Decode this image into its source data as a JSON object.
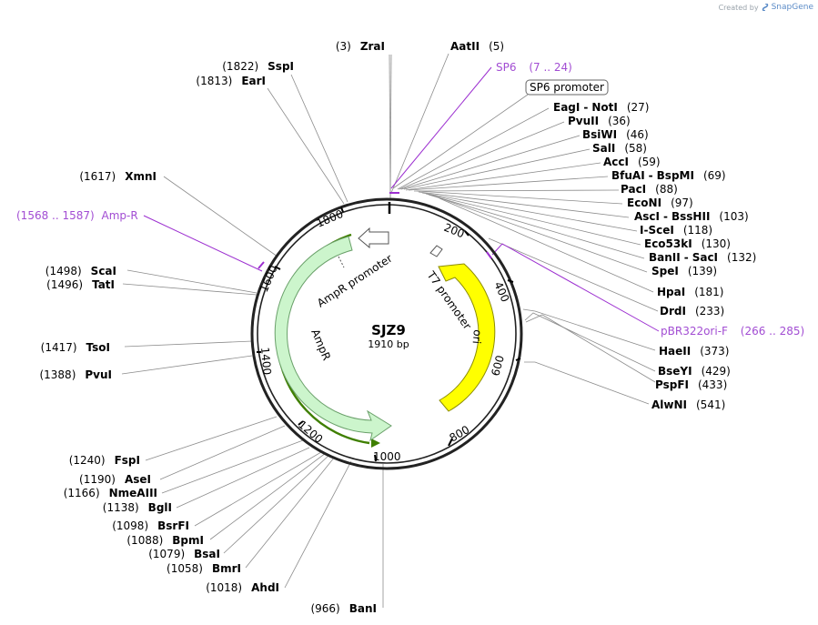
{
  "credit": {
    "prefix": "Created by",
    "brand": "SnapGene"
  },
  "plasmid": {
    "name": "SJZ9",
    "length_label": "1910 bp"
  },
  "scale_ticks": [
    "200",
    "400",
    "600",
    "800",
    "1000",
    "1200",
    "1400",
    "1600",
    "1800"
  ],
  "features": {
    "ampr": "AmpR",
    "ampr_promoter": "AmpR promoter",
    "t7_promoter": "T7 promoter",
    "ori": "ori",
    "sp6_promoter": "SP6 promoter"
  },
  "primers": {
    "sp6": {
      "name": "SP6",
      "range": "(7 .. 24)"
    },
    "amp_r": {
      "name": "Amp-R",
      "range": "(1568 .. 1587)"
    },
    "pbr322": {
      "name": "pBR322ori-F",
      "range": "(266 .. 285)"
    }
  },
  "right_sites": [
    {
      "pre": "",
      "name": "AatII",
      "post": "(5)"
    },
    {
      "name": "EagI",
      "sep": " - ",
      "name2": "NotI",
      "post": "(27)"
    },
    {
      "name": "PvuII",
      "post": "(36)"
    },
    {
      "name": "BsiWI",
      "post": "(46)"
    },
    {
      "name": "SalI",
      "post": "(58)"
    },
    {
      "name": "AccI",
      "post": "(59)"
    },
    {
      "name": "BfuAI",
      "sep": " - ",
      "name2": "BspMI",
      "post": "(69)"
    },
    {
      "name": "PacI",
      "post": "(88)"
    },
    {
      "name": "EcoNI",
      "post": "(97)"
    },
    {
      "name": "AscI",
      "sep": " - ",
      "name2": "BssHII",
      "post": "(103)"
    },
    {
      "name": "I-SceI",
      "post": "(118)"
    },
    {
      "name": "Eco53kI",
      "post": "(130)"
    },
    {
      "name": "BanII",
      "sep": " - ",
      "name2": "SacI",
      "post": "(132)"
    },
    {
      "name": "SpeI",
      "post": "(139)"
    },
    {
      "name": "HpaI",
      "post": "(181)"
    },
    {
      "name": "DrdI",
      "post": "(233)"
    },
    {
      "name": "HaeII",
      "post": "(373)"
    },
    {
      "name": "BseYI",
      "post": "(429)"
    },
    {
      "name": "PspFI",
      "post": "(433)"
    },
    {
      "name": "AlwNI",
      "post": "(541)"
    }
  ],
  "left_sites": [
    {
      "pre": "(3)",
      "name": "ZraI"
    },
    {
      "pre": "(1822)",
      "name": "SspI"
    },
    {
      "pre": "(1813)",
      "name": "EarI"
    },
    {
      "pre": "(1617)",
      "name": "XmnI"
    },
    {
      "pre": "(1498)",
      "name": "ScaI"
    },
    {
      "pre": "(1496)",
      "name": "TatI"
    },
    {
      "pre": "(1417)",
      "name": "TsoI"
    },
    {
      "pre": "(1388)",
      "name": "PvuI"
    },
    {
      "pre": "(1240)",
      "name": "FspI"
    },
    {
      "pre": "(1190)",
      "name": "AseI"
    },
    {
      "pre": "(1166)",
      "name": "NmeAIII"
    },
    {
      "pre": "(1138)",
      "name": "BglI"
    },
    {
      "pre": "(1098)",
      "name": "BsrFI"
    },
    {
      "pre": "(1088)",
      "name": "BpmI"
    },
    {
      "pre": "(1079)",
      "name": "BsaI"
    },
    {
      "pre": "(1058)",
      "name": "BmrI"
    },
    {
      "pre": "(1018)",
      "name": "AhdI"
    },
    {
      "pre": "(966)",
      "name": "BanI"
    }
  ],
  "colors": {
    "backbone": "#222222",
    "ampr_fill": "#ccf5cc",
    "ampr_stroke": "#6aa06a",
    "ori_fill": "#ffff00",
    "ori_stroke": "#8c8c00",
    "primer": "#a24dd3",
    "primer_bar": "#3f7f00"
  }
}
